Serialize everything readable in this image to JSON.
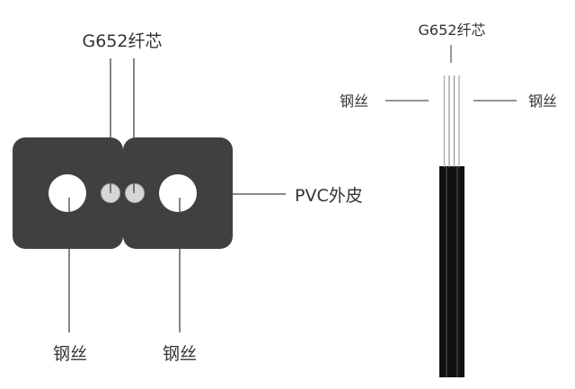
{
  "cross_section": {
    "fiber_label": "G652纤芯",
    "sheath_label": "PVC外皮",
    "steel_wire_left_label": "钢丝",
    "steel_wire_right_label": "钢丝"
  },
  "side_view": {
    "fiber_label": "G652纤芯",
    "steel_wire_left_label": "钢丝",
    "steel_wire_right_label": "钢丝"
  },
  "colors": {
    "sheath": "#404040",
    "fiber": "#d6d6d6",
    "line": "#444444",
    "cable_black": "#111111"
  }
}
